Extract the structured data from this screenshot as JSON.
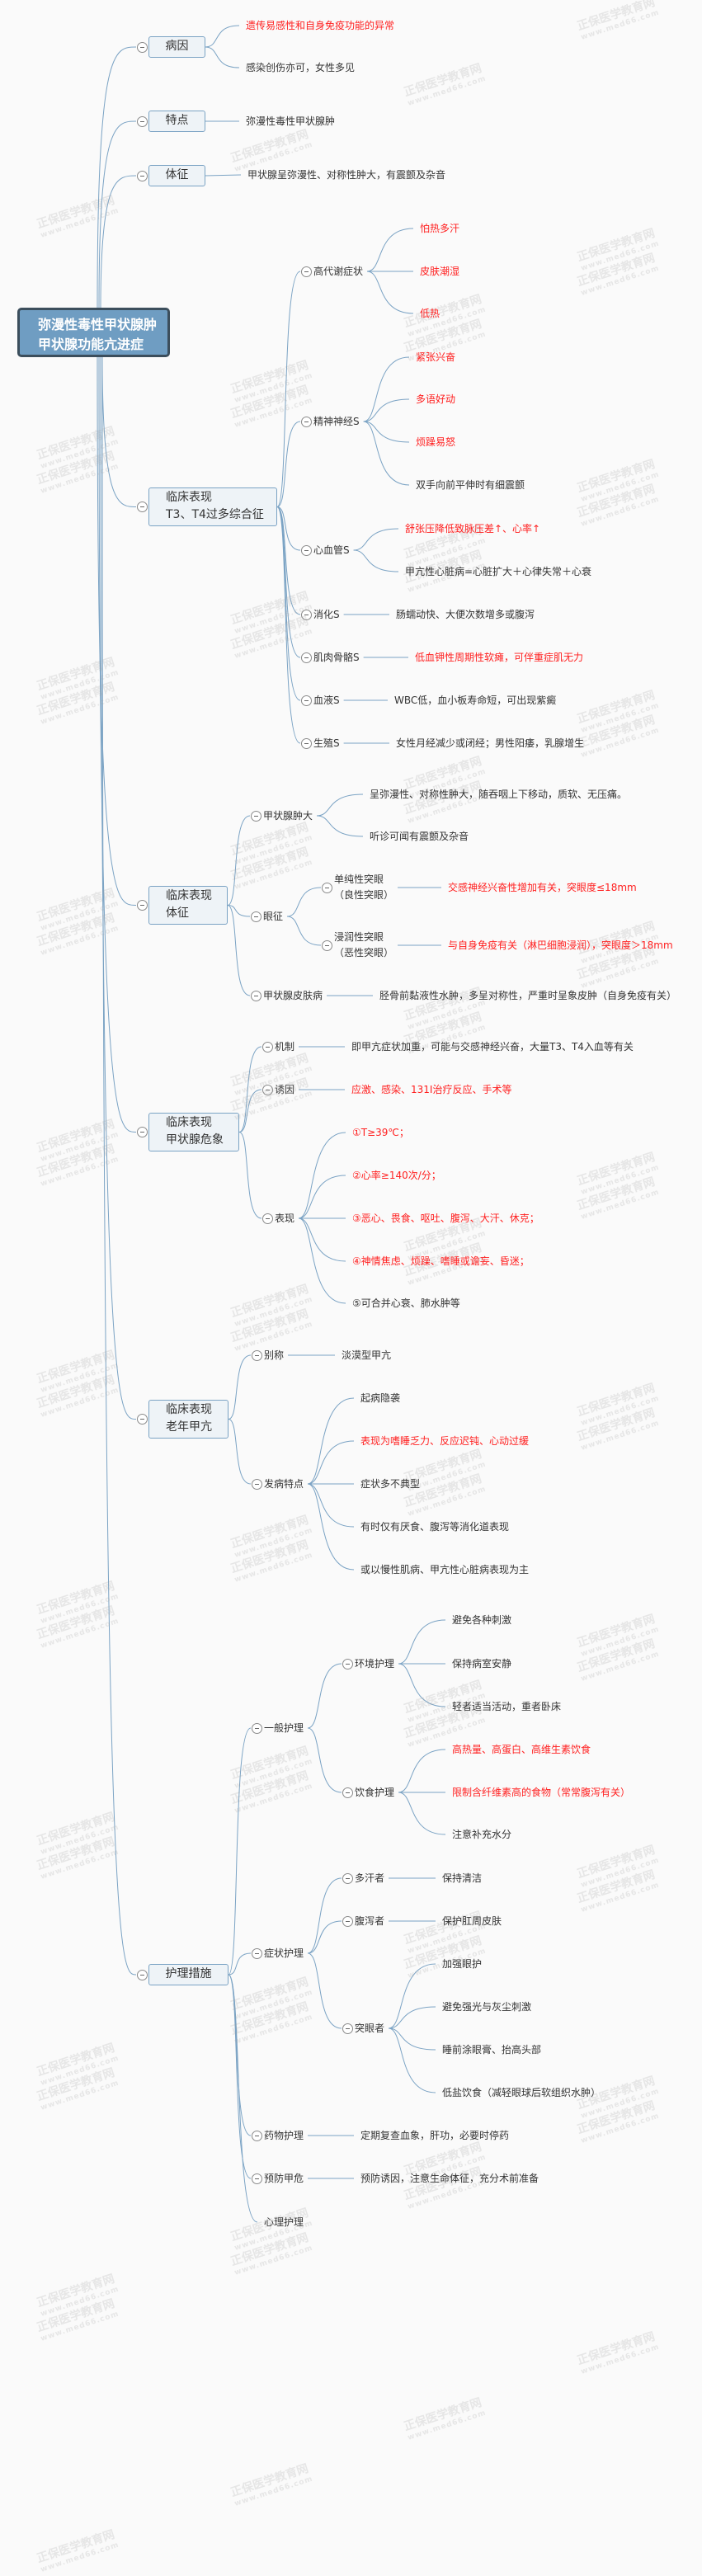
{
  "watermark": {
    "brand": "正保医学教育网",
    "url": "www.med66.com"
  },
  "title_lines": [
    "弥漫性毒性甲状腺肿",
    "甲状腺功能亢进症"
  ],
  "colors": {
    "emphasis": "#ff2020",
    "line": "#7ba3c4",
    "root_fill": "#6f9dc2"
  },
  "branches": [
    {
      "label": [
        "病因"
      ],
      "items": [
        {
          "text": "遗传易感性和自身免疫功能的异常",
          "emphasis": true
        },
        {
          "text": "感染创伤亦可，女性多见"
        }
      ]
    },
    {
      "label": [
        "特点"
      ],
      "items": [
        {
          "text": "弥漫性毒性甲状腺肿"
        }
      ]
    },
    {
      "label": [
        "体征"
      ],
      "items": [
        {
          "text": "甲状腺呈弥漫性、对称性肿大，有震颤及杂音"
        }
      ]
    },
    {
      "label": [
        "临床表现",
        "T3、T4过多综合征"
      ],
      "items": [
        {
          "text": "高代谢症状",
          "items": [
            {
              "text": "怕热多汗",
              "emphasis": true
            },
            {
              "text": "皮肤潮湿",
              "emphasis": true
            },
            {
              "text": "低热",
              "emphasis": true
            }
          ]
        },
        {
          "text": "精神神经S",
          "items": [
            {
              "text": "紧张兴奋",
              "emphasis": true
            },
            {
              "text": "多语好动",
              "emphasis": true
            },
            {
              "text": "烦躁易怒",
              "emphasis": true
            },
            {
              "text": "双手向前平伸时有细震颤"
            }
          ]
        },
        {
          "text": "心血管S",
          "items": [
            {
              "text": "舒张压降低致脉压差↑、心率↑",
              "emphasis": true
            },
            {
              "text": "甲亢性心脏病=心脏扩大＋心律失常＋心衰"
            }
          ]
        },
        {
          "text": "消化S",
          "items": [
            {
              "text": "肠蠕动快、大便次数增多或腹泻"
            }
          ]
        },
        {
          "text": "肌肉骨骼S",
          "items": [
            {
              "text": "低血钾性周期性软瘫，可伴重症肌无力",
              "emphasis": true
            }
          ]
        },
        {
          "text": "血液S",
          "items": [
            {
              "text": "WBC低，血小板寿命短，可出现紫癜"
            }
          ]
        },
        {
          "text": "生殖S",
          "items": [
            {
              "text": "女性月经减少或闭经；男性阳痿，乳腺增生"
            }
          ]
        }
      ]
    },
    {
      "label": [
        "临床表现",
        "体征"
      ],
      "items": [
        {
          "text": "甲状腺肿大",
          "items": [
            {
              "text": "呈弥漫性、对称性肿大，随吞咽上下移动，质软、无压痛。"
            },
            {
              "text": "听诊可闻有震颤及杂音"
            }
          ]
        },
        {
          "text": "眼征",
          "items": [
            {
              "text": [
                "单纯性突眼",
                "（良性突眼）"
              ],
              "items": [
                {
                  "text": "交感神经兴奋性增加有关，突眼度≤18mm",
                  "emphasis": true
                }
              ]
            },
            {
              "text": [
                "浸润性突眼",
                "（恶性突眼）"
              ],
              "items": [
                {
                  "text": "与自身免疫有关（淋巴细胞浸润），突眼度＞18mm",
                  "emphasis": true
                }
              ]
            }
          ]
        },
        {
          "text": "甲状腺皮肤病",
          "items": [
            {
              "text": "胫骨前黏液性水肿，多呈对称性，严重时呈象皮肿（自身免疫有关）"
            }
          ]
        }
      ]
    },
    {
      "label": [
        "临床表现",
        "甲状腺危象"
      ],
      "items": [
        {
          "text": "机制",
          "items": [
            {
              "text": "即甲亢症状加重，可能与交感神经兴奋，大量T3、T4入血等有关"
            }
          ]
        },
        {
          "text": "诱因",
          "items": [
            {
              "text": "应激、感染、131I治疗反应、手术等",
              "emphasis": true
            }
          ]
        },
        {
          "text": "表现",
          "items": [
            {
              "text": "①T≥39℃；",
              "emphasis": true
            },
            {
              "text": "②心率≥140次/分；",
              "emphasis": true
            },
            {
              "text": "③恶心、畏食、呕吐、腹泻、大汗、休克；",
              "emphasis": true
            },
            {
              "text": "④神情焦虑、烦躁、嗜睡或谵妄、昏迷；",
              "emphasis": true
            },
            {
              "text": "⑤可合并心衰、肺水肿等"
            }
          ]
        }
      ]
    },
    {
      "label": [
        "临床表现",
        "老年甲亢"
      ],
      "items": [
        {
          "text": "别称",
          "items": [
            {
              "text": "淡漠型甲亢"
            }
          ]
        },
        {
          "text": "发病特点",
          "items": [
            {
              "text": "起病隐袭"
            },
            {
              "text": "表现为嗜睡乏力、反应迟钝、心动过缓",
              "emphasis": true
            },
            {
              "text": "症状多不典型"
            },
            {
              "text": "有时仅有厌食、腹泻等消化道表现"
            },
            {
              "text": "或以慢性肌病、甲亢性心脏病表现为主"
            }
          ]
        }
      ]
    },
    {
      "label": [
        "护理措施"
      ],
      "items": [
        {
          "text": "一般护理",
          "items": [
            {
              "text": "环境护理",
              "items": [
                {
                  "text": "避免各种刺激"
                },
                {
                  "text": "保持病室安静"
                },
                {
                  "text": "轻者适当活动，重者卧床"
                }
              ]
            },
            {
              "text": "饮食护理",
              "items": [
                {
                  "text": "高热量、高蛋白、高维生素饮食",
                  "emphasis": true
                },
                {
                  "text": "限制含纤维素高的食物（常常腹泻有关）",
                  "emphasis": true
                },
                {
                  "text": "注意补充水分"
                }
              ]
            }
          ]
        },
        {
          "text": "症状护理",
          "items": [
            {
              "text": "多汗者",
              "items": [
                {
                  "text": "保持清洁"
                }
              ]
            },
            {
              "text": "腹泻者",
              "items": [
                {
                  "text": "保护肛周皮肤"
                }
              ]
            },
            {
              "text": "突眼者",
              "items": [
                {
                  "text": "加强眼护"
                },
                {
                  "text": "避免强光与灰尘刺激"
                },
                {
                  "text": "睡前涂眼膏、抬高头部"
                },
                {
                  "text": "低盐饮食（减轻眼球后软组织水肿）"
                }
              ]
            }
          ]
        },
        {
          "text": "药物护理",
          "items": [
            {
              "text": "定期复查血象，肝功，必要时停药"
            }
          ]
        },
        {
          "text": "预防甲危",
          "items": [
            {
              "text": "预防诱因，注意生命体征，充分术前准备"
            }
          ]
        },
        {
          "text": "心理护理"
        }
      ]
    }
  ]
}
